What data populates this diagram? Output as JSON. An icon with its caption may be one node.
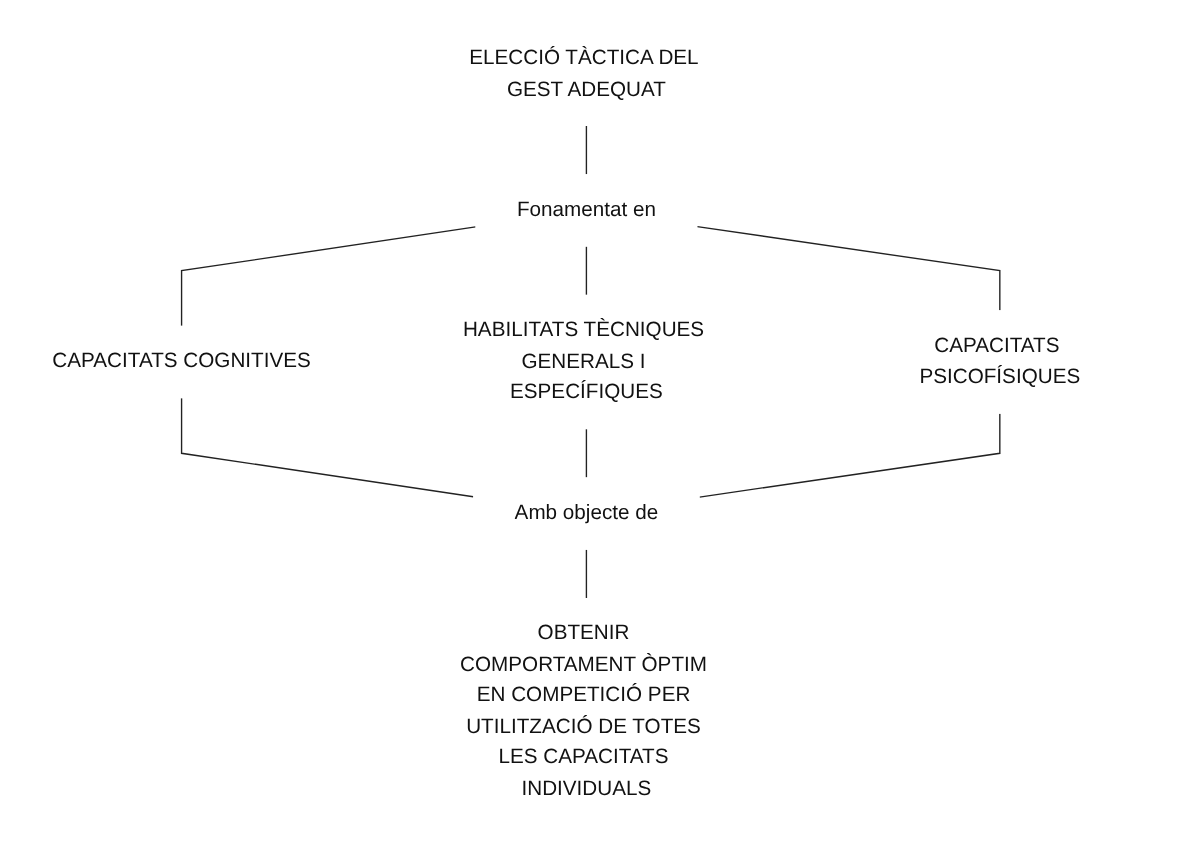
{
  "diagram": {
    "nodes": [
      {
        "text": [
          "ELECCIÓ TÀCTICA DEL GEST ADEQUAT"
        ]
      },
      {
        "text": [
          "Fonamentat en"
        ]
      },
      {
        "text": [
          "CAPACITATS COGNITIVES"
        ]
      },
      {
        "text": [
          "HABILITATS TÈCNIQUES GENERALS I ESPECÍFIQUES"
        ]
      },
      {
        "text": [
          "CAPACITATS PSICOFÍSIQUES"
        ]
      },
      {
        "text": [
          "Amb objecte de"
        ]
      },
      {
        "text": [
          "OBTENIR COMPORTAMENT ÒPTIM EN COMPETICIÓ PER UTILITZACIÓ DE TOTES LES CAPACITATS INDIVIDUALS"
        ]
      }
    ],
    "edges": [
      {
        "from": 0,
        "to": 1,
        "arrow": "none"
      },
      {
        "from": 1,
        "to": 2,
        "arrow": "none"
      },
      {
        "from": 1,
        "to": 3,
        "arrow": "none"
      },
      {
        "from": 1,
        "to": 4,
        "arrow": "none"
      },
      {
        "from": 2,
        "to": 5,
        "arrow": "none"
      },
      {
        "from": 3,
        "to": 5,
        "arrow": "none"
      },
      {
        "from": 4,
        "to": 5,
        "arrow": "none"
      },
      {
        "from": 5,
        "to": 6,
        "arrow": "none"
      }
    ]
  }
}
